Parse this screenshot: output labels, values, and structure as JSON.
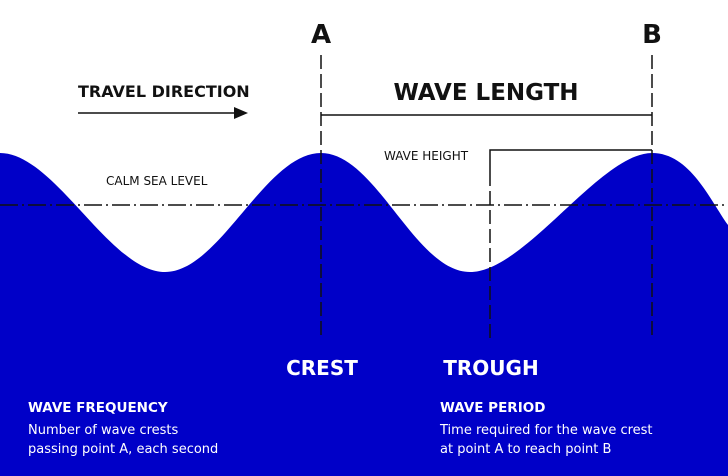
{
  "points": {
    "a": "A",
    "b": "B"
  },
  "labels": {
    "travel_direction": "TRAVEL DIRECTION",
    "wave_length": "WAVE LENGTH",
    "wave_height": "WAVE HEIGHT",
    "calm_sea_level": "CALM SEA LEVEL",
    "crest": "CREST",
    "trough": "TROUGH"
  },
  "definitions": {
    "wave_frequency": {
      "title": "WAVE FREQUENCY",
      "line1": "Number of wave crests",
      "line2": "passing point A, each second"
    },
    "wave_period": {
      "title": "WAVE PERIOD",
      "line1": "Time required for the wave crest",
      "line2": "at point A to reach point B"
    }
  },
  "colors": {
    "water": "#0000c8",
    "line": "#111111",
    "light_text": "#ffffff",
    "background": "#ffffff"
  }
}
